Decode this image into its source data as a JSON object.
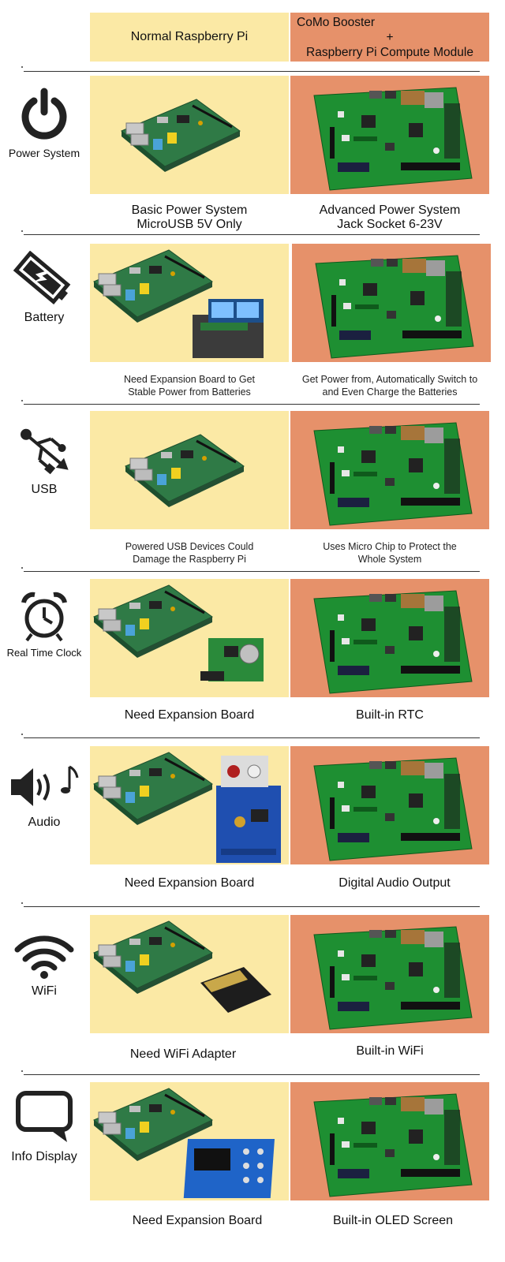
{
  "header": {
    "left": "Normal Raspberry Pi",
    "right_line1": "CoMo Booster",
    "right_line2": "+",
    "right_line3": "Raspberry Pi Compute Module"
  },
  "rows": [
    {
      "label": "Power System",
      "icon": "power-icon",
      "left_caption_1": "Basic Power System",
      "left_caption_2": "MicroUSB 5V Only",
      "right_caption_1": "Advanced Power System",
      "right_caption_2": "Jack Socket 6-23V"
    },
    {
      "label": "Battery",
      "icon": "battery-icon",
      "left_caption_1": "Need Expansion Board to Get",
      "left_caption_2": "Stable Power from Batteries",
      "right_caption_1": "Get Power from, Automatically Switch to",
      "right_caption_2": "and Even Charge the Batteries"
    },
    {
      "label": "USB",
      "icon": "usb-icon",
      "left_caption_1": "Powered USB Devices Could",
      "left_caption_2": "Damage the Raspberry Pi",
      "right_caption_1": "Uses Micro Chip to Protect the",
      "right_caption_2": "Whole System"
    },
    {
      "label": "Real Time Clock",
      "icon": "alarm-clock-icon",
      "left_caption_1": "Need Expansion Board",
      "right_caption_1": "Built-in RTC"
    },
    {
      "label": "Audio",
      "icon": "speaker-icon",
      "left_caption_1": "Need Expansion Board",
      "right_caption_1": "Digital Audio Output"
    },
    {
      "label": "WiFi",
      "icon": "wifi-icon",
      "left_caption_1": "Need WiFi Adapter",
      "right_caption_1": "Built-in WiFi"
    },
    {
      "label": "Info Display",
      "icon": "speech-bubble-icon",
      "left_caption_1": "Need Expansion Board",
      "right_caption_1": "Built-in OLED Screen"
    }
  ],
  "colors": {
    "left_panel_bg": "#fbe9a5",
    "right_panel_bg": "#e6916a",
    "pcb_green": "#1f8a2e",
    "raspberry_pi_board": "#2f7a46"
  }
}
